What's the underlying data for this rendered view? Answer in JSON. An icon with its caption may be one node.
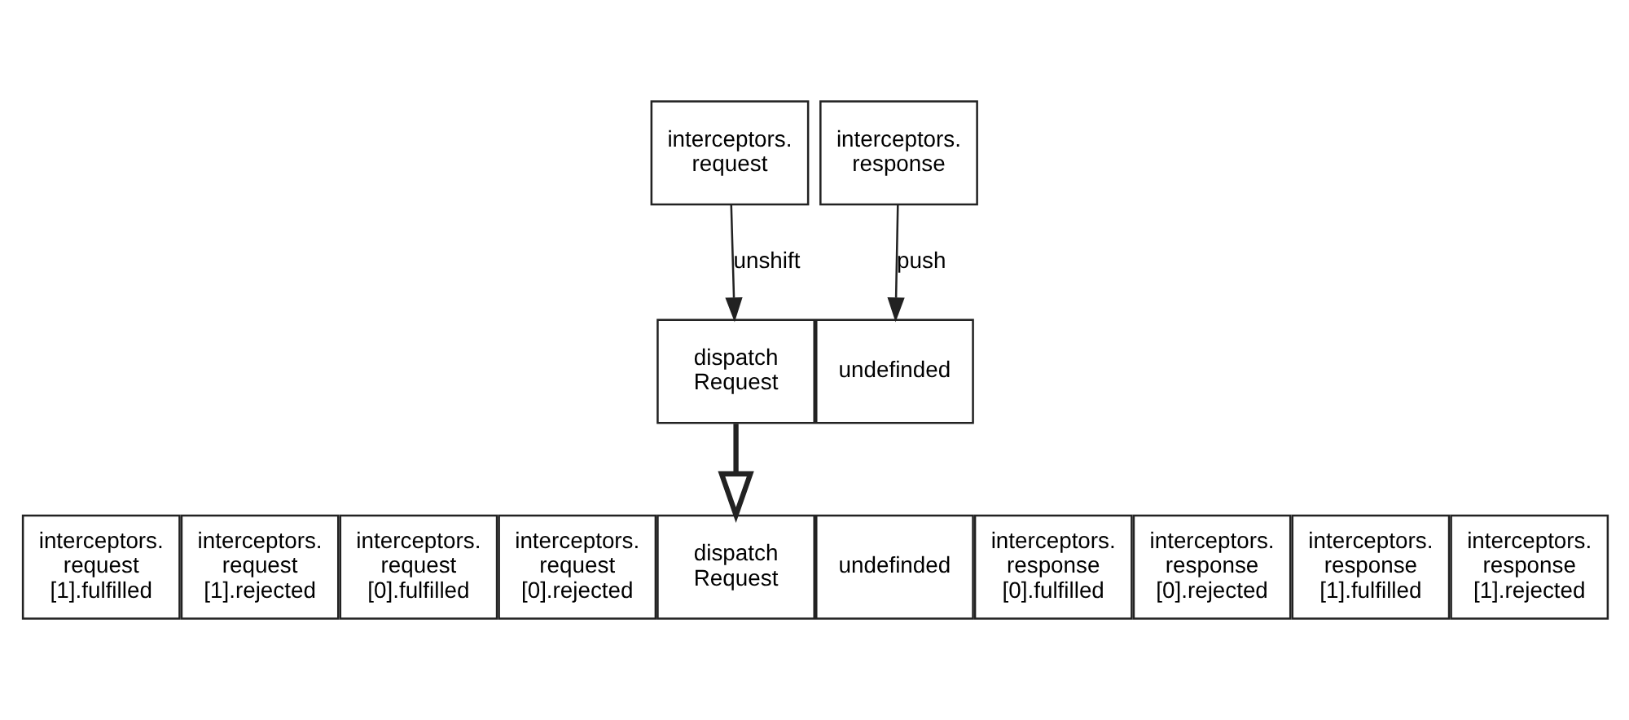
{
  "diagram": {
    "nodes": [
      {
        "text": [
          "interceptors. request"
        ]
      },
      {
        "text": [
          "interceptors. response"
        ]
      },
      {
        "text": [
          "dispatch Request"
        ]
      },
      {
        "text": [
          "undefinded"
        ]
      },
      {
        "text": [
          "interceptors. request [1].fulfilled"
        ]
      },
      {
        "text": [
          "interceptors. request [1].rejected"
        ]
      },
      {
        "text": [
          "interceptors. request [0].fulfilled"
        ]
      },
      {
        "text": [
          "interceptors. request [0].rejected"
        ]
      },
      {
        "text": [
          "dispatch Request"
        ]
      },
      {
        "text": [
          "undefinded"
        ]
      },
      {
        "text": [
          "interceptors. response [0].fulfilled"
        ]
      },
      {
        "text": [
          "interceptors. response [0].rejected"
        ]
      },
      {
        "text": [
          "interceptors. response [1].fulfilled"
        ]
      },
      {
        "text": [
          "interceptors. response [1].rejected"
        ]
      }
    ],
    "edges": [
      {
        "from": 0,
        "to": 2,
        "arrow": "to",
        "label": "unshift"
      },
      {
        "from": 1,
        "to": 3,
        "arrow": "to",
        "label": "push"
      },
      {
        "from": 2,
        "to": 8,
        "arrow": "to",
        "style": "thick"
      }
    ]
  }
}
